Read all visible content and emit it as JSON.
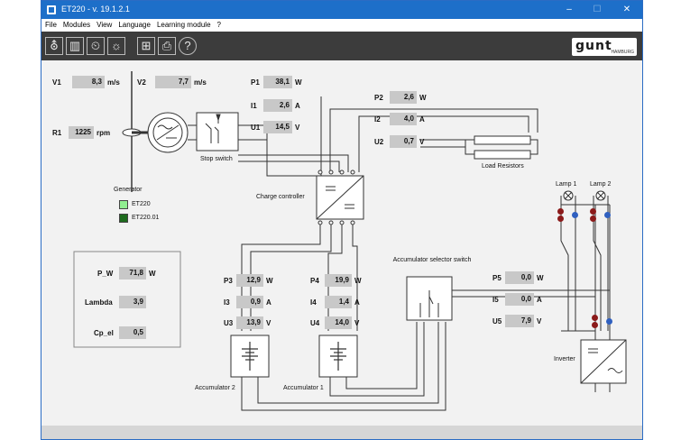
{
  "window": {
    "title": "ET220 - v. 19.1.2.1",
    "minimize": "–",
    "maximize": "☐",
    "close": "✕"
  },
  "menu": [
    "File",
    "Modules",
    "View",
    "Language",
    "Learning module",
    "?"
  ],
  "toolbar": [
    "chart-wind-icon",
    "cabinet-icon",
    "chart-time-icon",
    "chart-sun-icon",
    "network-icon",
    "print-icon",
    "help-icon"
  ],
  "logo": {
    "text": "gunt",
    "sub": "HAMBURG"
  },
  "v1": {
    "label": "V1",
    "value": "8,3",
    "unit": "m/s"
  },
  "v2": {
    "label": "V2",
    "value": "7,7",
    "unit": "m/s"
  },
  "r1": {
    "label": "R1",
    "value": "1225",
    "unit": "rpm"
  },
  "p1": {
    "label": "P1",
    "value": "38,1",
    "unit": "W"
  },
  "i1": {
    "label": "I1",
    "value": "2,6",
    "unit": "A"
  },
  "u1": {
    "label": "U1",
    "value": "14,5",
    "unit": "V"
  },
  "p2": {
    "label": "P2",
    "value": "2,6",
    "unit": "W"
  },
  "i2": {
    "label": "I2",
    "value": "4,0",
    "unit": "A"
  },
  "u2": {
    "label": "U2",
    "value": "0,7",
    "unit": "V"
  },
  "p3": {
    "label": "P3",
    "value": "12,9",
    "unit": "W"
  },
  "i3": {
    "label": "I3",
    "value": "0,9",
    "unit": "A"
  },
  "u3": {
    "label": "U3",
    "value": "13,9",
    "unit": "V"
  },
  "p4": {
    "label": "P4",
    "value": "19,9",
    "unit": "W"
  },
  "i4": {
    "label": "I4",
    "value": "1,4",
    "unit": "A"
  },
  "u4": {
    "label": "U4",
    "value": "14,0",
    "unit": "V"
  },
  "p5": {
    "label": "P5",
    "value": "0,0",
    "unit": "W"
  },
  "i5": {
    "label": "I5",
    "value": "0,0",
    "unit": "A"
  },
  "u5": {
    "label": "U5",
    "value": "7,9",
    "unit": "V"
  },
  "pw": {
    "label": "P_W",
    "value": "71,8",
    "unit": "W"
  },
  "lambda": {
    "label": "Lambda",
    "value": "3,9"
  },
  "cpel": {
    "label": "Cp_el",
    "value": "0,5"
  },
  "captions": {
    "stop_switch": "Stop switch",
    "load_resistors": "Load Resistors",
    "charge_controller": "Charge controller",
    "generator": "Generator",
    "et220": "ET220",
    "et22001": "ET220.01",
    "acc_selector": "Accumulator selector switch",
    "lamp1": "Lamp 1",
    "lamp2": "Lamp 2",
    "inverter": "Inverter",
    "acc1": "Accumulator 1",
    "acc2": "Accumulator 2"
  },
  "colors": {
    "et220": "#90ee90",
    "et22001": "#1e6b1e",
    "title_bar": "#1d6fc9",
    "lamp_red": "#8b1a1a",
    "lamp_blue": "#3060c0"
  }
}
